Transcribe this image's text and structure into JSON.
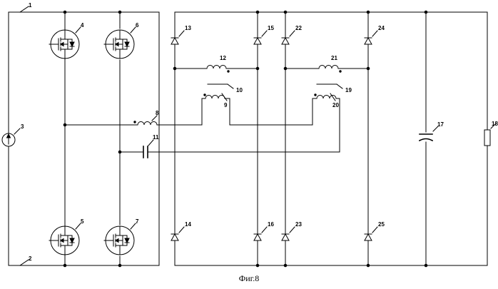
{
  "caption": "Фиг.8",
  "labels": {
    "n1": "1",
    "n2": "2",
    "n3": "3",
    "n4": "4",
    "n5": "5",
    "n6": "6",
    "n7": "7",
    "n8": "8",
    "n9": "9",
    "n10": "10",
    "n11": "11",
    "n12": "12",
    "n13": "13",
    "n14": "14",
    "n15": "15",
    "n16": "16",
    "n17": "17",
    "n18": "18",
    "n19": "19",
    "n20": "20",
    "n21": "21",
    "n22": "22",
    "n23": "23",
    "n24": "24",
    "n25": "25"
  },
  "colors": {
    "line": "#000000",
    "background": "#ffffff"
  }
}
